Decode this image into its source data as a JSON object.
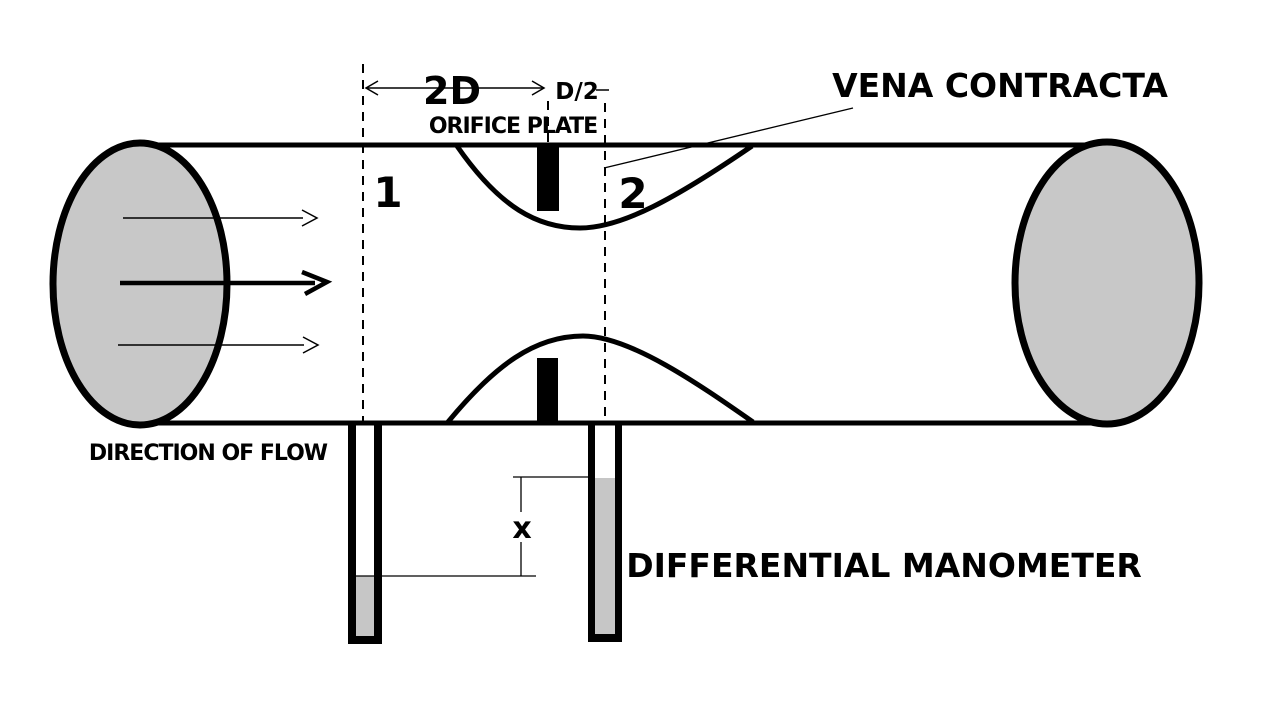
{
  "colors": {
    "line": "#000000",
    "pipe_fill": "#c8c8c8",
    "liquid_fill": "#c6c6c6",
    "background": "#ffffff"
  },
  "pipe": {
    "section1_label": "1",
    "section2_label": "2",
    "direction_label": "DIRECTION OF FLOW"
  },
  "dimensions": {
    "upstream_tap_distance": "2D",
    "downstream_tap_distance": "D/2",
    "manometer_reading": "x"
  },
  "annotations": {
    "orifice_plate": "ORIFICE PLATE",
    "vena_contracta": "VENA CONTRACTA",
    "differential_manometer": "DIFFERENTIAL MANOMETER"
  }
}
